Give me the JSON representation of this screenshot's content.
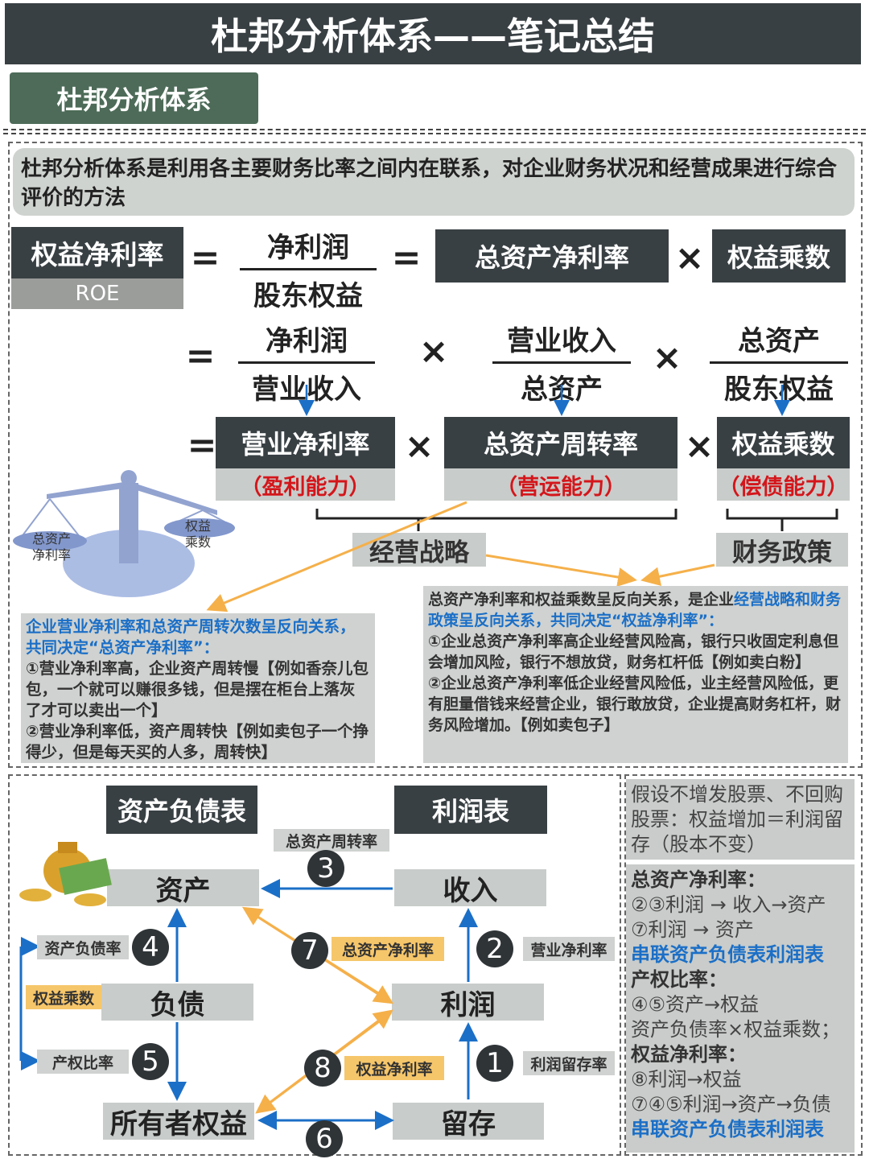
{
  "title": "杜邦分析体系——笔记总结",
  "section_tab": "杜邦分析体系",
  "definition": "杜邦分析体系是利用各主要财务比率之间内在联系，对企业财务状况和经营成果进行综合评价的方法",
  "formula": {
    "roe_label": "权益净利率",
    "roe_abbr": "ROE",
    "eq": "=",
    "times": "×",
    "frac1_num": "净利润",
    "frac1_den": "股东权益",
    "box_total_asset_return": "总资产净利率",
    "box_equity_multiplier": "权益乘数",
    "frac2_num": "净利润",
    "frac2_den": "营业收入",
    "frac3_num": "营业收入",
    "frac3_den": "总资产",
    "frac4_num": "总资产",
    "frac4_den": "股东权益",
    "r_box1": "营业净利率",
    "r_box1_sub": "（盈利能力）",
    "r_box2": "总资产周转率",
    "r_box2_sub": "（营运能力）",
    "r_box3": "权益乘数",
    "r_box3_sub": "（偿债能力）",
    "strategy": "经营战略",
    "policy": "财务政策"
  },
  "scale": {
    "left_label": "总资产净利率",
    "right_label": "权益乘数"
  },
  "note_left": {
    "blue": "企业营业净利率和总资产周转次数呈反向关系，共同决定“总资产净利率”：",
    "p1": "①营业净利率高，企业资产周转慢【例如香奈儿包包，一个就可以赚很多钱，但是摆在柜台上落灰了才可以卖出一个】",
    "p2": "②营业净利率低，资产周转快【例如卖包子一个挣得少，但是每天买的人多，周转快】"
  },
  "note_right": {
    "lead": "总资产净利率和权益乘数呈反向关系，是企业",
    "blue1": "经营战略",
    "blue2": "和财务政策呈反向关系，共同决定“权益净利率”：",
    "p1": "①企业总资产净利率高企业经营风险高，银行只收固定利息但会增加风险，银行不想放贷，财务杠杆低【例如卖白粉】",
    "p2": "②企业总资产净利率低企业经营风险低，业主经营风险低，更有胆量借钱来经营企业，银行敢放贷，企业提高财务杠杆，财务风险增加。【例如卖包子】"
  },
  "flow": {
    "header_bs": "资产负债表",
    "header_is": "利润表",
    "n_asset": "资产",
    "n_liab": "负债",
    "n_equity": "所有者权益",
    "n_revenue": "收入",
    "n_profit": "利润",
    "n_retained": "留存",
    "t3": "总资产周转率",
    "t4": "资产负债率",
    "t5": "产权比率",
    "t_em": "权益乘数",
    "t7": "总资产净利率",
    "t8": "权益净利率",
    "t2": "营业净利率",
    "t1": "利润留存率",
    "c1": "1",
    "c2": "2",
    "c3": "3",
    "c4": "4",
    "c5": "5",
    "c6": "6",
    "c7": "7",
    "c8": "8"
  },
  "side": {
    "box1": "假设不增发股票、不回购股票：权益增加＝利润留存（股本不变）",
    "h1": "总资产净利率：",
    "l1a": "②③利润",
    "l1b": "收入",
    "l1c": "资产",
    "l2a": "⑦利润",
    "l2b": "资产",
    "link1": "串联资产负债表利润表",
    "h2": "产权比率：",
    "l3a": "④⑤资产",
    "l3b": "权益",
    "l4": "资产负债率×权益乘数；",
    "h3": "权益净利率：",
    "l5a": "⑧利润",
    "l5b": "权益",
    "l6a": "⑦④⑤利润",
    "l6b": "资产",
    "l6c": "负债",
    "link2": "串联资产负债表利润表"
  },
  "colors": {
    "dark": "#394044",
    "red": "#d4161b",
    "blue": "#1b6fc7",
    "orange": "#f5b04a",
    "green_tab": "#4d6b58"
  }
}
